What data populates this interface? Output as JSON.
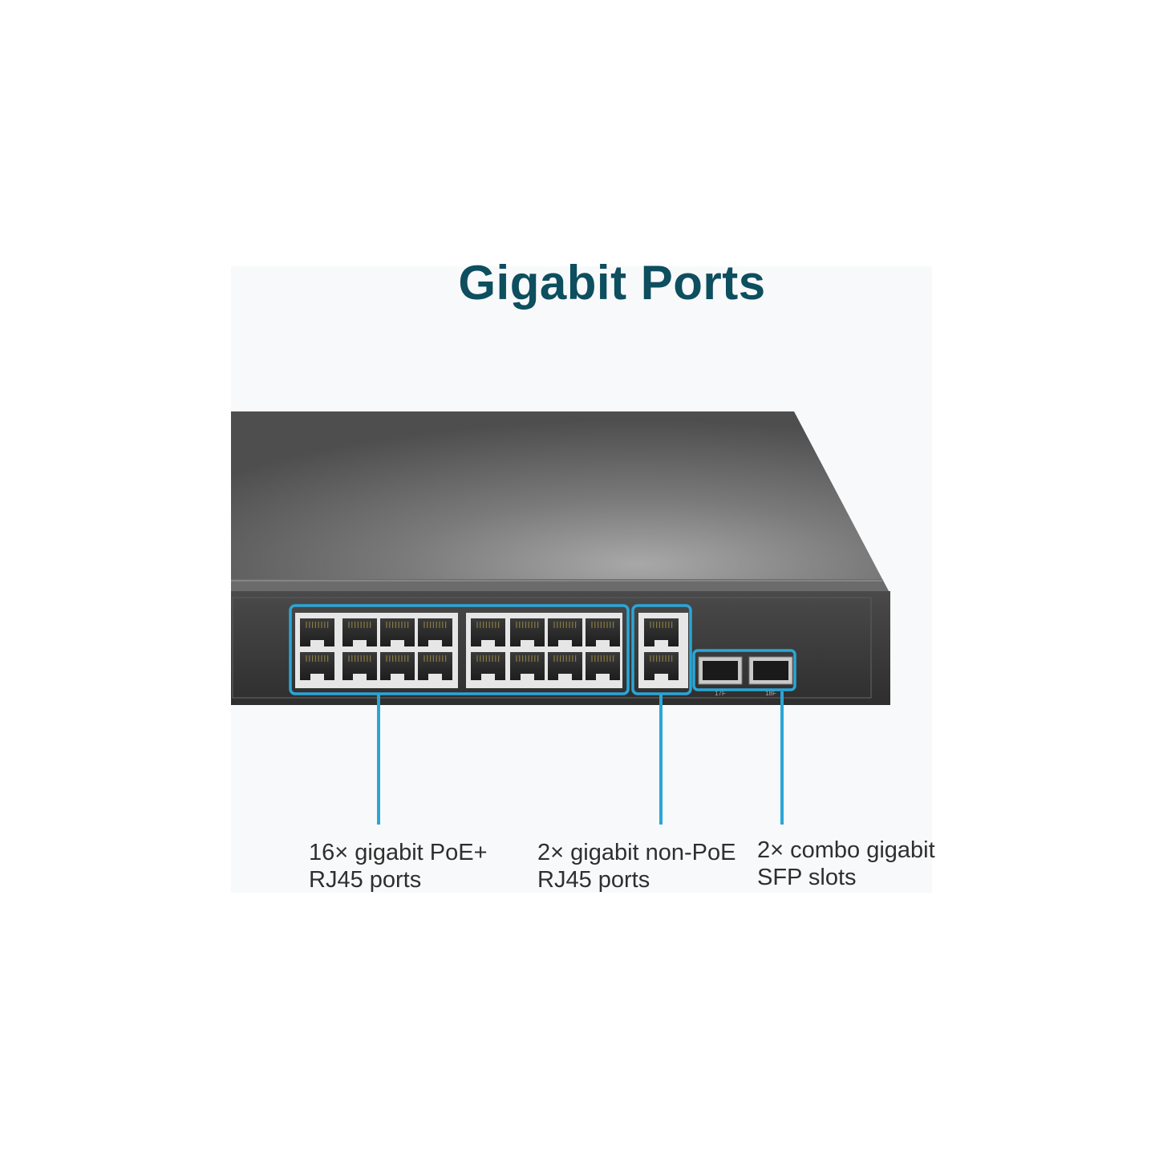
{
  "title": "Gigabit Ports",
  "accent_color": "#2aa6d6",
  "title_color": "#0d4e5f",
  "groups": [
    {
      "id": "poe",
      "line1": "16× gigabit PoE+",
      "line2": "RJ45 ports",
      "port_count": 16
    },
    {
      "id": "nonpoe",
      "line1": "2× gigabit non-PoE",
      "line2": "RJ45 ports",
      "port_count": 2
    },
    {
      "id": "sfp",
      "line1": "2× combo gigabit",
      "line2": "SFP slots",
      "port_count": 2
    }
  ],
  "sfp_labels": [
    "17F",
    "18F"
  ],
  "icons": [
    "switch-device",
    "rj45-port-icon",
    "sfp-slot-icon"
  ]
}
